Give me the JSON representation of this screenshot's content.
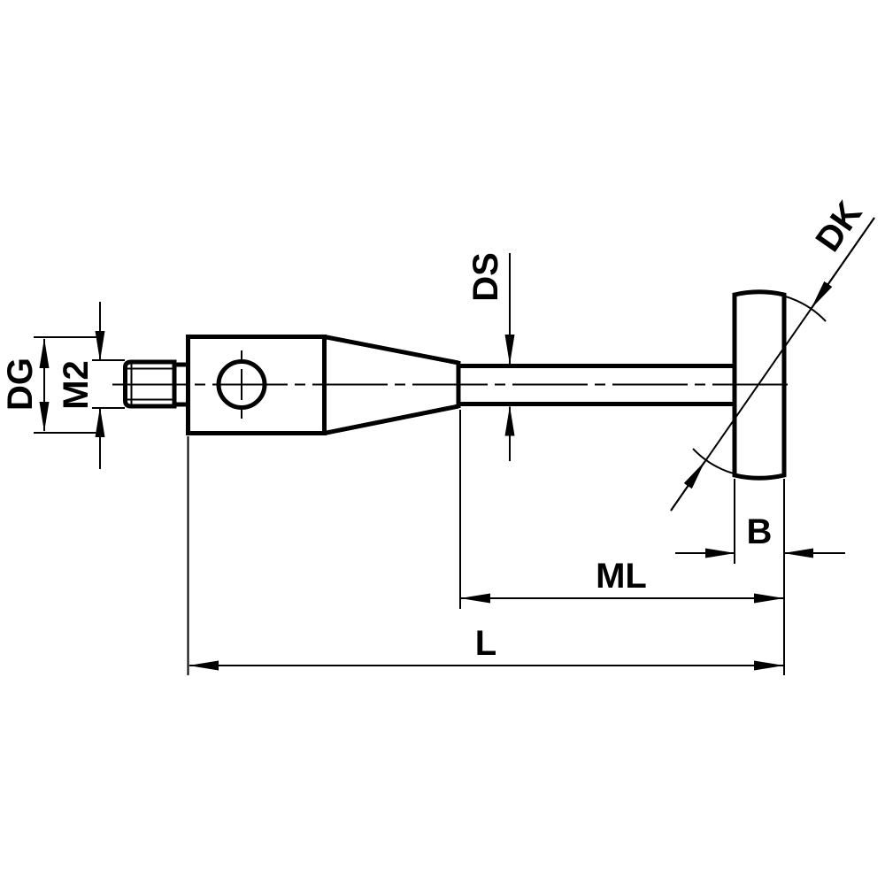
{
  "drawing": {
    "background_color": "#ffffff",
    "line_color": "#000000",
    "view": "side-view-technical-drawing",
    "labels": {
      "dg": "DG",
      "m2": "M2",
      "ds": "DS",
      "dk": "DK",
      "b": "B",
      "ml": "ML",
      "l": "L"
    }
  }
}
